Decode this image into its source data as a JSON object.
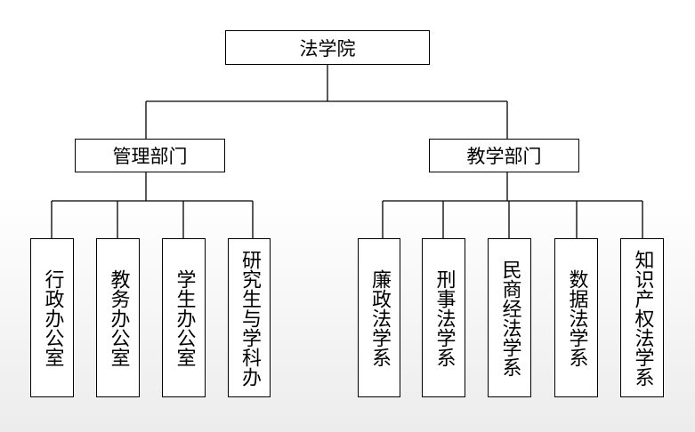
{
  "root": {
    "label": "法学院"
  },
  "departments": [
    {
      "label": "管理部门",
      "units": [
        "行政办公室",
        "教务办公室",
        "学生办公室",
        "研究生与学科办"
      ]
    },
    {
      "label": "教学部门",
      "units": [
        "廉政法学系",
        "刑事法学系",
        "民商经法学系",
        "数据法学系",
        "知识产权法学系"
      ]
    }
  ]
}
